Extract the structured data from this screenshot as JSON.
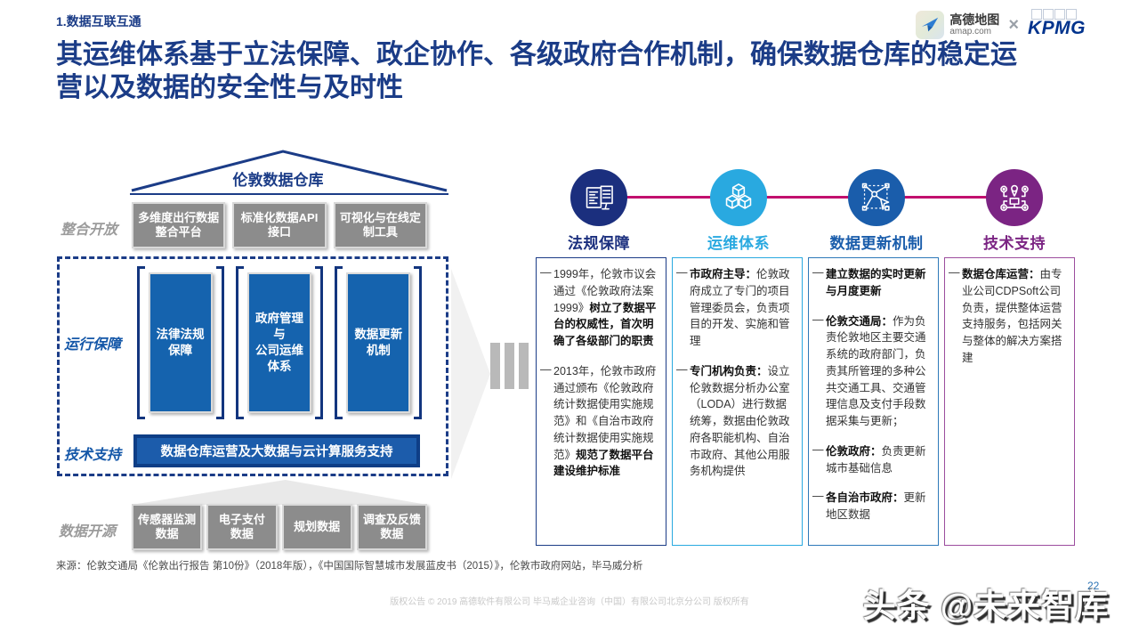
{
  "page": {
    "number": "22"
  },
  "header": {
    "section_label": "1.数据互联互通",
    "title": "其运维体系基于立法保障、政企协作、各级政府合作机制，确保数据仓库的稳定运营以及数据的安全性与及时性",
    "logos": {
      "amap_name": "高德地图",
      "amap_domain": "amap.com",
      "separator": "×",
      "kpmg": "KPMG"
    }
  },
  "diagram": {
    "roof_label": "伦敦数据仓库",
    "rows": {
      "open": {
        "label": "整合开放",
        "boxes": [
          "多维度出行数据\n整合平台",
          "标准化数据API\n接口",
          "可视化与在线定\n制工具"
        ]
      },
      "operation": {
        "label": "运行保障",
        "boxes": [
          "法律法规\n保障",
          "政府管理\n与\n公司运维\n体系",
          "数据更新\n机制"
        ]
      },
      "tech": {
        "label": "技术支持",
        "bar": "数据仓库运营及大数据与云计算服务支持"
      },
      "source": {
        "label": "数据开源",
        "boxes": [
          "传感器监测\n数据",
          "电子支付\n数据",
          "规划数据",
          "调查及反馈\n数据"
        ]
      }
    }
  },
  "timeline": [
    {
      "label": "法规保障",
      "color": "#1B2F7E",
      "icon": "document-data-icon"
    },
    {
      "label": "运维体系",
      "color": "#29A9E0",
      "icon": "cubes-icon"
    },
    {
      "label": "数据更新机制",
      "color": "#1A5DAB",
      "icon": "network-cursor-icon"
    },
    {
      "label": "技术支持",
      "color": "#7B2483",
      "icon": "pin-network-icon"
    }
  ],
  "line_color": "#C2106E",
  "columns": [
    {
      "color": "#1B3C87",
      "bullets": [
        {
          "pre": "1999年，伦敦市议会通过《伦敦政府法案1999》",
          "bold": "树立了数据平台的权威性，首次明确了各级部门的职责",
          "post": ""
        },
        {
          "pre": "2013年，伦敦市政府通过颁布《伦敦政府统计数据使用实施规范》和《自治市政府统计数据使用实施规范》",
          "bold": "规范了数据平台建设维护标准",
          "post": ""
        }
      ]
    },
    {
      "color": "#29A9E0",
      "bullets": [
        {
          "pre": "",
          "bold": "市政府主导：",
          "post": "伦敦政府成立了专门的项目管理委员会，负责项目的开发、实施和管理"
        },
        {
          "pre": "",
          "bold": "专门机构负责：",
          "post": "设立伦敦数据分析办公室（LODA）进行数据统筹，数据由伦敦政府各职能机构、自治市政府、其他公用服务机构提供"
        }
      ]
    },
    {
      "color": "#2E79B9",
      "bullets": [
        {
          "pre": "",
          "bold": "建立数据的实时更新与月度更新",
          "post": ""
        },
        {
          "pre": "",
          "bold": "伦敦交通局：",
          "post": "作为负责伦敦地区主要交通系统的政府部门，负责其所管理的多种公共交通工具、交通管理信息及支付手段数据采集与更新；"
        },
        {
          "pre": "",
          "bold": "伦敦政府：",
          "post": "负责更新城市基础信息"
        },
        {
          "pre": "",
          "bold": "各自治市政府：",
          "post": "更新地区数据"
        }
      ]
    },
    {
      "color": "#9C4D9E",
      "bullets": [
        {
          "pre": "",
          "bold": "数据仓库运营：",
          "post": "由专业公司CDPSoft公司负责，提供整体运营支持服务，包括网关与整体的解决方案搭建"
        }
      ]
    }
  ],
  "footer": {
    "source": "来源：伦敦交通局《伦敦出行报告 第10份》（2018年版），《中国国际智慧城市发展蓝皮书（2015）》，伦敦市政府网站，毕马威分析",
    "copyright": "版权公告 © 2019 高德软件有限公司 毕马威企业咨询（中国）有限公司北京分公司 版权所有",
    "watermark": "头条 @未来智库"
  }
}
